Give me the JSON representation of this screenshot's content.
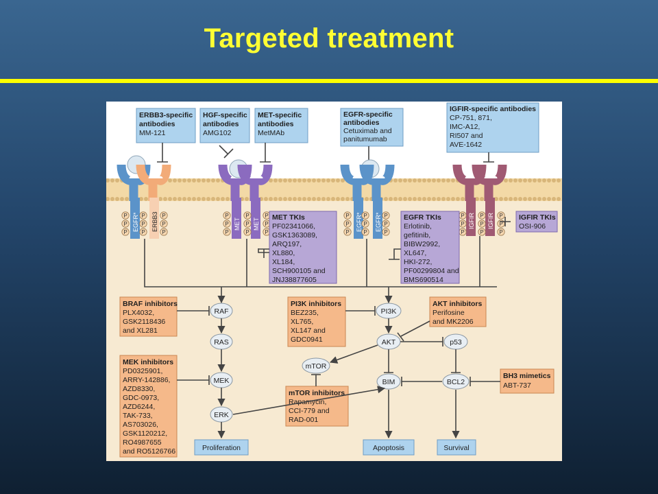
{
  "slide": {
    "title": "Targeted treatment"
  },
  "colors": {
    "title": "#ffff33",
    "rule": "#ffff00",
    "blue_box": "#aed3ee",
    "purple_box": "#b7a7d6",
    "orange_box": "#f5b98a",
    "membrane_inside": "#f7ead2"
  },
  "antibodies": {
    "erbb3": [
      "ERBB3-specific",
      "antibodies",
      "MM-121"
    ],
    "hgf": [
      "HGF-specific",
      "antibodies",
      "AMG102"
    ],
    "met": [
      "MET-specific",
      "antibodies",
      "MetMAb"
    ],
    "egfr": [
      "EGFR-specific",
      "antibodies",
      "Cetuximab and",
      "panitumumab"
    ],
    "igf1r": [
      "IGFIR-specific antibodies",
      "CP-751, 871,",
      "IMC-A12,",
      "RI507 and",
      "AVE-1642"
    ]
  },
  "receptors": {
    "egfr1": "EGFR*",
    "erbb3": "ERBB3",
    "met1": "MET",
    "met2": "MET",
    "egfr2": "EGFR*",
    "egfr3": "EGFR*",
    "igf1r1": "IGFIR",
    "igf1r2": "IGFIR",
    "phospho": "P"
  },
  "tkis": {
    "met": [
      "MET TKIs",
      "PF02341066,",
      "GSK1363089,",
      "ARQ197,",
      "XL880,",
      "XL184,",
      "SCH900105 and",
      "JNJ38877605"
    ],
    "egfr": [
      "EGFR TKIs",
      "Erlotinib,",
      "gefitinib,",
      "BIBW2992,",
      "XL647,",
      "HKI-272,",
      "PF00299804 and",
      "BMS690514"
    ],
    "igf1r": [
      "IGFIR TKIs",
      "OSI-906"
    ]
  },
  "inhibitors": {
    "braf": [
      "BRAF inhibitors",
      "PLX4032,",
      "GSK2118436",
      "and XL281"
    ],
    "pi3k": [
      "PI3K inhibitors",
      "BEZ235,",
      "XL765,",
      "XL147 and",
      "GDC0941"
    ],
    "akt": [
      "AKT inhibitors",
      "Perifosine",
      "and MK2206"
    ],
    "mek": [
      "MEK inhibitors",
      "PD0325901,",
      "ARRY-142886,",
      "AZD8330,",
      "GDC-0973,",
      "AZD6244,",
      "TAK-733,",
      "AS703026,",
      "GSK1120212,",
      "RO4987655",
      "and RO5126766"
    ],
    "mtor": [
      "mTOR inhibitors",
      "Rapamycin,",
      "CCI-779 and",
      "RAD-001"
    ],
    "bh3": [
      "BH3 mimetics",
      "ABT-737"
    ]
  },
  "nodes": {
    "raf": "RAF",
    "ras": "RAS",
    "mek": "MEK",
    "erk": "ERK",
    "pi3k": "PI3K",
    "akt": "AKT",
    "mtor": "mTOR",
    "p53": "p53",
    "bim": "BIM",
    "bcl2": "BCL2"
  },
  "outcomes": {
    "proliferation": "Proliferation",
    "apoptosis": "Apoptosis",
    "survival": "Survival"
  }
}
